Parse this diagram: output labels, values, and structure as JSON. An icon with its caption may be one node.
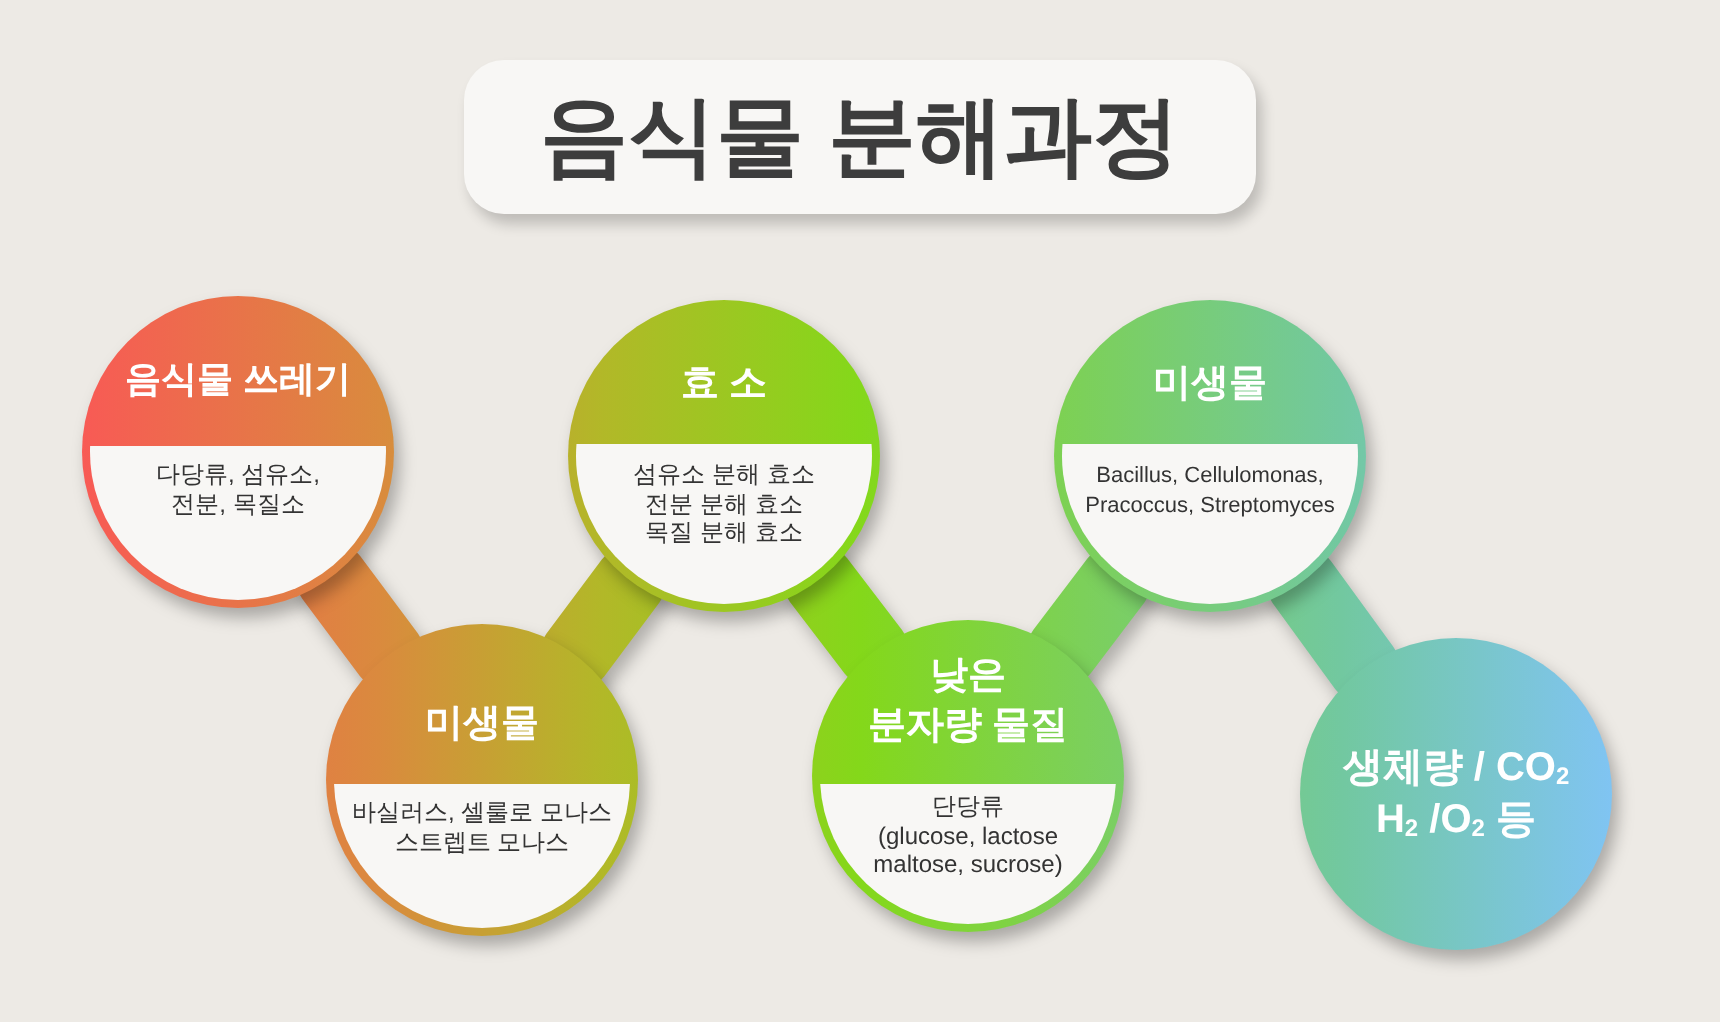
{
  "diagram": {
    "title": "음식물 분해과정",
    "nodes": [
      {
        "text": [
          "음식물 쓰레기",
          "다당류, 섬유소, 전분, 목질소"
        ]
      },
      {
        "text": [
          "미생물",
          "바실러스, 셀룰로 모나스 스트렙트 모나스"
        ]
      },
      {
        "text": [
          "효 소",
          "섬유소 분해 효소 전분 분해 효소 목질 분해 효소"
        ]
      },
      {
        "text": [
          "낮은 분자량 물질",
          "단당류 (glucose, lactose maltose, sucrose)"
        ]
      },
      {
        "text": [
          "미생물",
          "Bacillus, Cellulomonas, Pracoccus, Streptomyces"
        ]
      },
      {
        "text": [
          "생체량 / CO$_{2}$ H$_{2}$ /O$_{2}$ 등"
        ]
      }
    ],
    "edges": [
      {
        "from": 0,
        "to": 1,
        "arrow": "none"
      },
      {
        "from": 1,
        "to": 2,
        "arrow": "none"
      },
      {
        "from": 2,
        "to": 3,
        "arrow": "none"
      },
      {
        "from": 3,
        "to": 4,
        "arrow": "none"
      },
      {
        "from": 4,
        "to": 5,
        "arrow": "none"
      }
    ]
  }
}
